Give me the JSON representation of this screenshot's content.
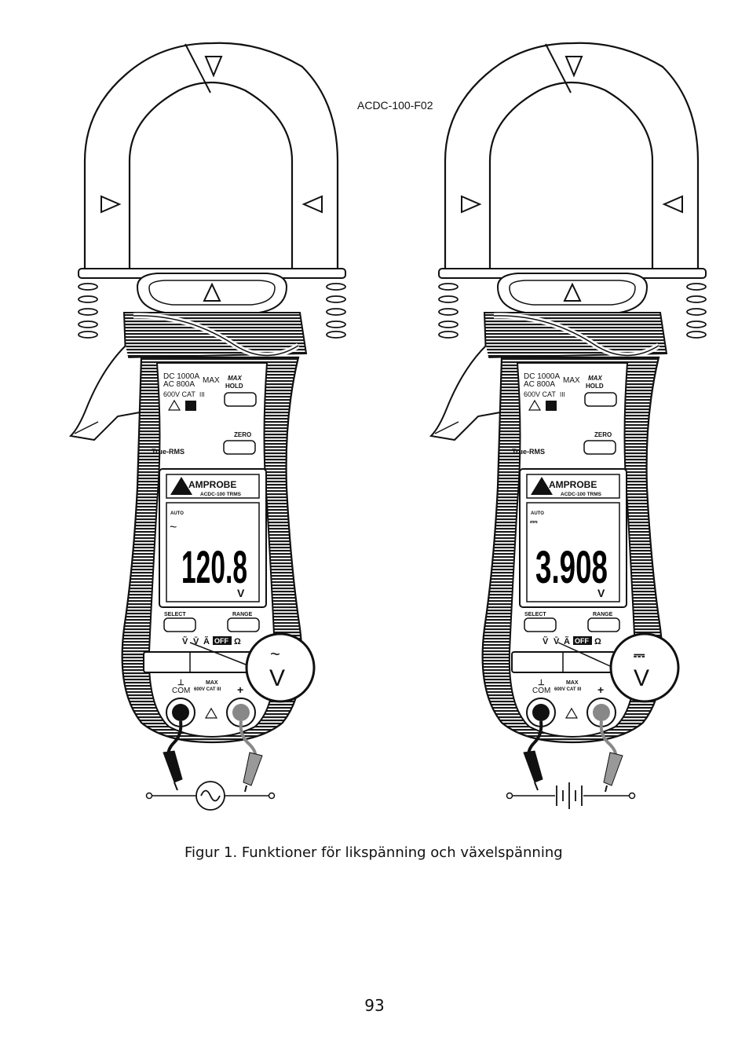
{
  "document": {
    "doc_id": "ACDC-100-F02",
    "caption": "Figur 1. Funktioner för likspänning och växelspänning",
    "page_number": "93"
  },
  "meter_labels": {
    "dc_rating": "DC 1000A",
    "ac_rating": "AC  800A",
    "max": "MAX",
    "cat_rating": "600V CAT",
    "cat_roman": "III",
    "max_button": "MAX",
    "hold_button": "HOLD",
    "zero_button": "ZERO",
    "true_rms": "True-RMS",
    "brand": "AMPROBE",
    "model": "ACDC-100 TRMS",
    "auto": "AUTO",
    "select_button": "SELECT",
    "range_button": "RANGE",
    "dial_off": "OFF",
    "dial_ohm": "Ω",
    "dial_v_ac": "Ṽ",
    "dial_v_dc": "V̄",
    "dial_a": "Ã",
    "com_label": "COM",
    "plus_label": "+",
    "input_max": "MAX",
    "input_cat": "600V CAT III"
  },
  "meters": [
    {
      "mode": "AC voltage",
      "mode_indicator": "~",
      "reading": "120.8",
      "unit": "V",
      "callout_symbol": "~",
      "callout_letter": "V",
      "source_symbol": "AC source"
    },
    {
      "mode": "DC voltage",
      "mode_indicator": "⎓",
      "reading": "3.908",
      "unit": "V",
      "callout_symbol": "⎓",
      "callout_letter": "V",
      "source_symbol": "battery"
    }
  ]
}
